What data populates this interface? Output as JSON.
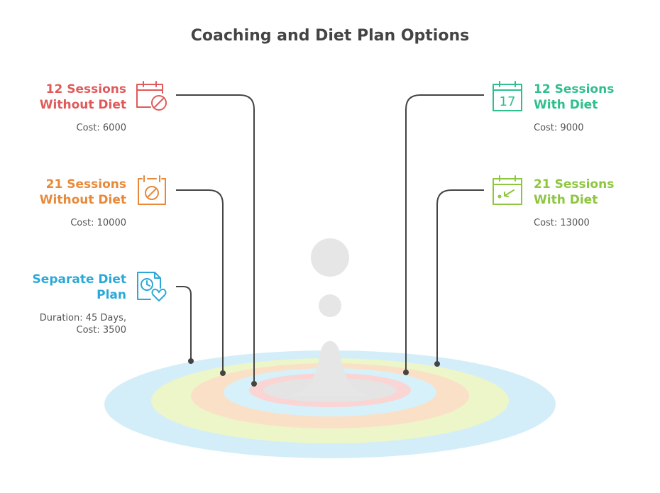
{
  "title": "Coaching and Diet Plan Options",
  "colors": {
    "red": "#e05a5a",
    "orange": "#e8893a",
    "blue": "#2aa8d8",
    "teal": "#2ebf8a",
    "lime": "#8dc63f",
    "connector": "#444444",
    "droplet": "#e6e6e6"
  },
  "options": {
    "twelve_without": {
      "title_line1": "12 Sessions",
      "title_line2": "Without Diet",
      "desc": "Cost: 6000",
      "icon": "calendar-cancel-icon"
    },
    "twentyone_without": {
      "title_line1": "21 Sessions",
      "title_line2": "Without Diet",
      "desc": "Cost: 10000",
      "icon": "calendar-block-icon"
    },
    "separate_diet": {
      "title_line1": "Separate Diet",
      "title_line2": "Plan",
      "desc_line1": "Duration: 45 Days,",
      "desc_line2": "Cost: 3500",
      "icon": "clock-heart-document-icon"
    },
    "twelve_with": {
      "title_line1": "12 Sessions",
      "title_line2": "With Diet",
      "desc": "Cost: 9000",
      "icon_text": "17",
      "icon": "calendar-17-icon"
    },
    "twentyone_with": {
      "title_line1": "21 Sessions",
      "title_line2": "With Diet",
      "desc": "Cost: 13000",
      "icon": "calendar-arrow-icon"
    }
  }
}
